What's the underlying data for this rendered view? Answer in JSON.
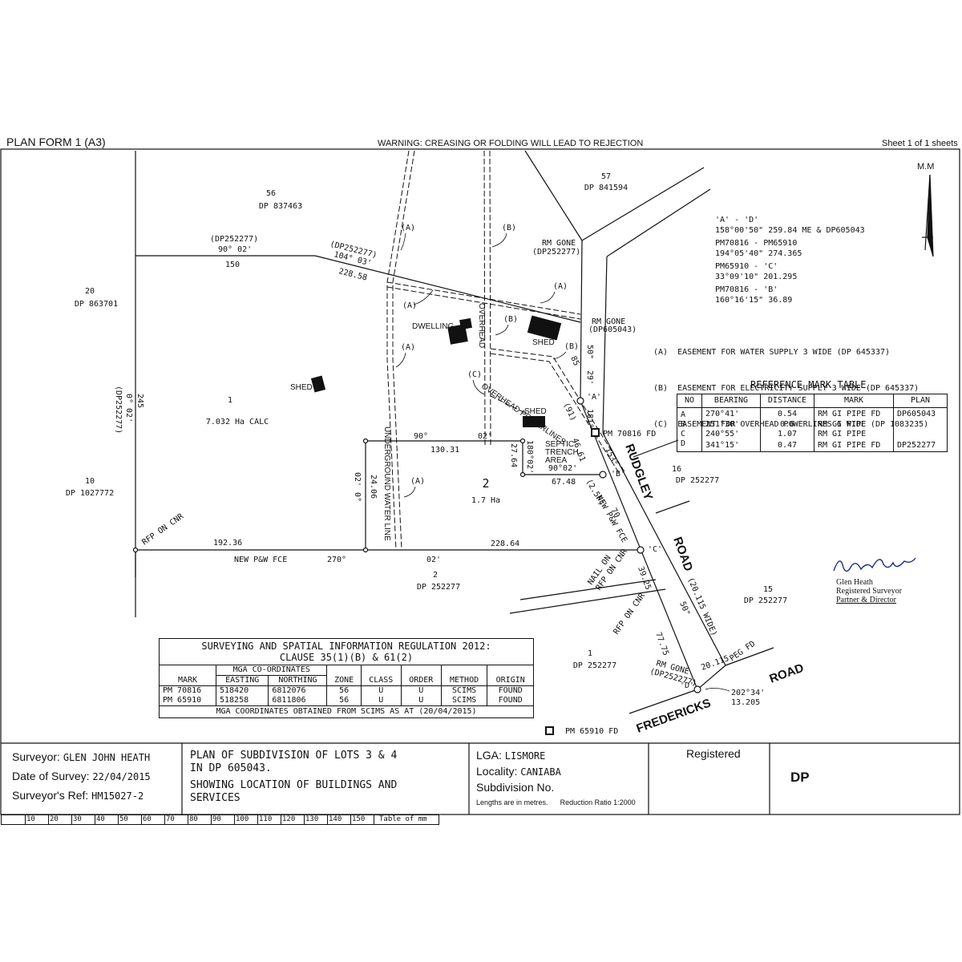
{
  "header": {
    "form": "PLAN FORM 1 (A3)",
    "warning": "WARNING: CREASING OR FOLDING WILL LEAD TO REJECTION",
    "sheet": "Sheet 1 of 1 sheets",
    "north": "M.M"
  },
  "lots": {
    "l56": [
      "56",
      "DP 837463"
    ],
    "l57": [
      "57",
      "DP 841594"
    ],
    "l20": [
      "20",
      "DP 863701"
    ],
    "l10": [
      "10",
      "DP 1027772"
    ],
    "l2b": [
      "2",
      "DP 252277"
    ],
    "l16": [
      "16",
      "DP 252277"
    ],
    "l15": [
      "15",
      "DP 252277"
    ],
    "l1b": [
      "1",
      "DP 252277"
    ],
    "lot1": [
      "1",
      "7.032 Ha CALC"
    ],
    "lot2": [
      "2",
      "1.7 Ha"
    ]
  },
  "labels": {
    "dp252277a": "(DP252277)",
    "brg9002": "90° 02'",
    "len150": "150",
    "dp252277b": "(DP252277)",
    "brg10403": "104° 03'",
    "len22858": "228.58",
    "rmgone1": "RM GONE",
    "rmgone1dp": "(DP252277)",
    "rmgone2": "RM GONE",
    "rmgone2dp": "(DP605043)",
    "dwelling": "DWELLING",
    "shed1": "SHED",
    "shed2": "SHED",
    "shed3": "SHED",
    "overhead": "OVERHEAD",
    "ovpl": "OVERHEAD POWERLINES",
    "septic": [
      "SEPTIC",
      "TRENCH",
      "AREA"
    ],
    "ugwl": "UNDERGROUND WATER LINE",
    "brg90": "90°",
    "brg02": "02'",
    "len13031": "130.31",
    "len2764": "27.64",
    "brg18002": "180°02'",
    "brg9002b": "90°02'",
    "len6748": "67.48",
    "len4661": "46.61",
    "len2406": "24.06",
    "brg0deg": "0°",
    "brg02b": "02'",
    "len245": "245",
    "leftBrg": "0° 02'",
    "leftDp": "(DP252277)",
    "rfp1": "RFP ON CNR",
    "len19236": "192.36",
    "fce": "NEW P&W FCE",
    "brg270": "270°",
    "brg02c": "02'",
    "len22864": "228.64",
    "nail": [
      "NAIL ON",
      "RFP ON CNR"
    ],
    "len3925": "39.25",
    "len70": "70",
    "fce2": "NEW P&W FCE",
    "f25": "(2.5F)",
    "rfp2": "RFP ON CNR",
    "len7775": "77.75",
    "wide": "(20.115 WIDE)",
    "brg50b": "50\"",
    "rmgone3": "RM GONE",
    "rmgone3dp": "(DP252277)",
    "len20115": "20.115",
    "pegfd": "PEG FD",
    "brgD": [
      "202°34'",
      "13.205"
    ],
    "ptA": "'A'",
    "ptB": "'B'",
    "ptC": "'C'",
    "ptD": "'D'",
    "pm70816": "PM 70816 FD",
    "pm65910": "PM 65910 FD",
    "road1a": "RUDGLEY",
    "road1b": "ROAD",
    "road2a": "FREDERICKS",
    "road2b": "ROAD",
    "b50": "50\"",
    "b85": "85",
    "b29": "29'",
    "b181": "181°",
    "b91": "(91)",
    "b153": "153°",
    "tagA": "(A)",
    "tagB": "(B)",
    "tagC": "(C)"
  },
  "bearings": [
    {
      "title": "'A' - 'D'",
      "value": "158°00'50\" 259.84 ME & DP605043"
    },
    {
      "title": "PM70816 - PM65910",
      "value": "194°05'40\" 274.365"
    },
    {
      "title": "PM65910 - 'C'",
      "value": "33°09'10\" 201.295"
    },
    {
      "title": "PM70816 - 'B'",
      "value": "160°16'15\" 36.89"
    }
  ],
  "easements": [
    "(A)  EASEMENT FOR WATER SUPPLY 3 WIDE (DP 645337)",
    "(B)  EASEMENT FOR ELECTRICITY SUPPLY 3 WIDE (DP 645337)",
    "(C)  EASEMENT FOR OVERHEAD POWERLINES 6 WIDE (DP 1083235)"
  ],
  "refTable": {
    "title": "REFERENCE MARK TABLE",
    "headers": [
      "NO",
      "BEARING",
      "DISTANCE",
      "MARK",
      "PLAN"
    ],
    "rows": [
      [
        "A",
        "270°41'",
        "0.54",
        "RM GI PIPE FD",
        "DP605043"
      ],
      [
        "B",
        "251°30'",
        "0.6",
        "RM GI PIPE",
        ""
      ],
      [
        "C",
        "240°55'",
        "1.07",
        "RM GI PIPE",
        ""
      ],
      [
        "D",
        "341°15'",
        "0.47",
        "RM GI PIPE FD",
        "DP252277"
      ]
    ]
  },
  "signature": {
    "name": "Glen Heath",
    "role": "Registered Surveyor",
    "firm": "Partner & Director"
  },
  "regTable": {
    "title1": "SURVEYING AND SPATIAL INFORMATION REGULATION 2012:",
    "title2": "CLAUSE 35(1)(B) & 61(2)",
    "mga": "MGA CO-ORDINATES",
    "headers": [
      "MARK",
      "EASTING",
      "NORTHING",
      "ZONE",
      "CLASS",
      "ORDER",
      "METHOD",
      "ORIGIN"
    ],
    "rows": [
      [
        "PM 70816",
        "518420",
        "6812076",
        "56",
        "U",
        "U",
        "SCIMS",
        "FOUND"
      ],
      [
        "PM 65910",
        "518258",
        "6811806",
        "56",
        "U",
        "U",
        "SCIMS",
        "FOUND"
      ]
    ],
    "note": "MGA COORDINATES OBTAINED FROM SCIMS AS AT (20/04/2015)"
  },
  "footer": {
    "surveyorLabel": "Surveyor:",
    "surveyor": "GLEN JOHN HEATH",
    "dateLabel": "Date of Survey:",
    "date": "22/04/2015",
    "refLabel": "Surveyor's Ref:",
    "ref": "HM15027-2",
    "title": [
      "PLAN OF SUBDIVISION OF LOTS 3 & 4",
      "IN DP 605043.",
      "SHOWING LOCATION OF BUILDINGS AND",
      "SERVICES"
    ],
    "lgaLabel": "LGA:",
    "lga": "LISMORE",
    "localityLabel": "Locality:",
    "locality": "CANIABA",
    "subdivLabel": "Subdivision No.",
    "lengths": "Lengths are in metres.",
    "ratio": "Reduction Ratio 1:2000",
    "registered": "Registered",
    "dp": "DP"
  },
  "scale": {
    "ticks": [
      "10",
      "20",
      "30",
      "40",
      "50",
      "60",
      "70",
      "80",
      "90",
      "100",
      "110",
      "120",
      "130",
      "140",
      "150"
    ],
    "caption": "Table of mm"
  }
}
